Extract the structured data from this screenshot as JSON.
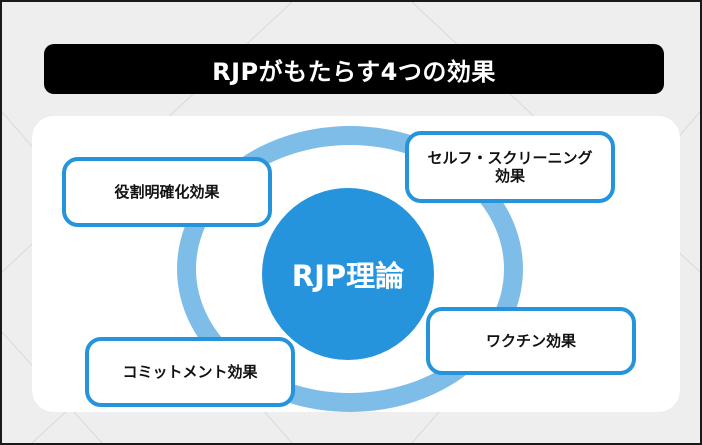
{
  "title": "RJPがもたらす4つの効果",
  "center": {
    "label": "RJP理論"
  },
  "effects": [
    {
      "label": "役割明確化効果"
    },
    {
      "label": "セルフ・スクリーニング\n効果"
    },
    {
      "label": "ワクチン効果"
    },
    {
      "label": "コミットメント効果"
    }
  ],
  "colors": {
    "title_bg": "#000000",
    "accent": "#2594dc",
    "ring": "#7fbde9",
    "background": "#eeeeee",
    "panel": "#ffffff"
  }
}
